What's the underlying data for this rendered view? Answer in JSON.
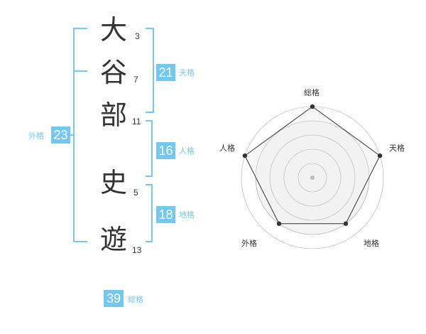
{
  "name": {
    "chars": [
      {
        "char": "大",
        "strokes": "3"
      },
      {
        "char": "谷",
        "strokes": "7"
      },
      {
        "char": "部",
        "strokes": "11"
      },
      {
        "char": "史",
        "strokes": "5"
      },
      {
        "char": "遊",
        "strokes": "13"
      }
    ]
  },
  "kaku": {
    "tenkaku": {
      "value": "21",
      "label": "天格"
    },
    "jinkaku": {
      "value": "16",
      "label": "人格"
    },
    "chikaku": {
      "value": "18",
      "label": "地格"
    },
    "gaikaku": {
      "value": "23",
      "label": "外格"
    },
    "soukaku": {
      "value": "39",
      "label": "総格"
    }
  },
  "colors": {
    "accent": "#74c8f0",
    "text": "#333333",
    "grid": "#999999",
    "fill": "#f2f2f2"
  },
  "chart_data": {
    "type": "radar",
    "axes": [
      "総格",
      "天格",
      "地格",
      "外格",
      "人格"
    ],
    "levels": 5,
    "values": [
      5,
      5,
      4,
      4,
      5
    ],
    "max": 5
  }
}
